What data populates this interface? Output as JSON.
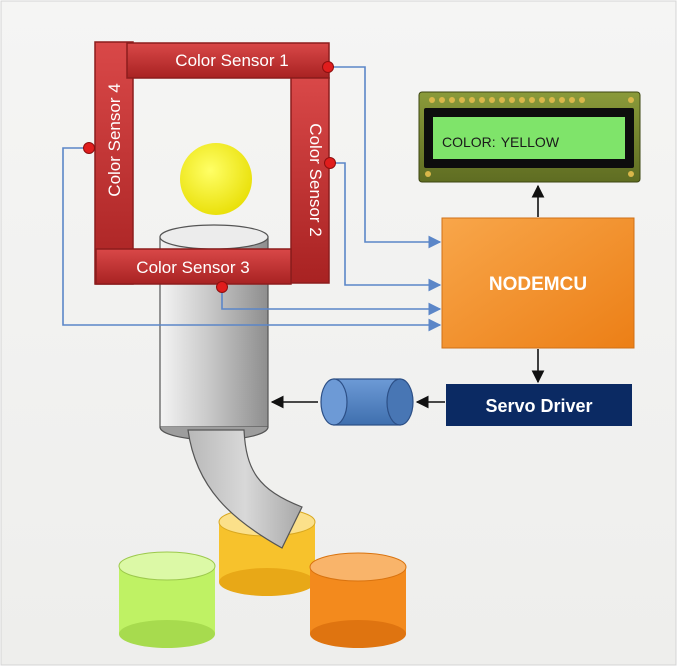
{
  "sensors": {
    "s1": "Color Sensor 1",
    "s2": "Color Sensor 2",
    "s3": "Color Sensor 3",
    "s4": "Color Sensor 4"
  },
  "lcd": {
    "label": "COLOR:",
    "value": "YELLOW"
  },
  "controller": {
    "label": "NODEMCU"
  },
  "servo_driver": {
    "label": "Servo Driver"
  },
  "colors": {
    "sensor_frame": "#c62f2f",
    "ball": "#f6f000",
    "lcd_screen": "#7fe46a",
    "controller": "#f5902a",
    "servo_driver": "#0b2a63",
    "wire": "#5b86c8",
    "bin_green": "#bff264",
    "bin_yellow": "#f7c22c",
    "bin_orange": "#f38a1d"
  }
}
